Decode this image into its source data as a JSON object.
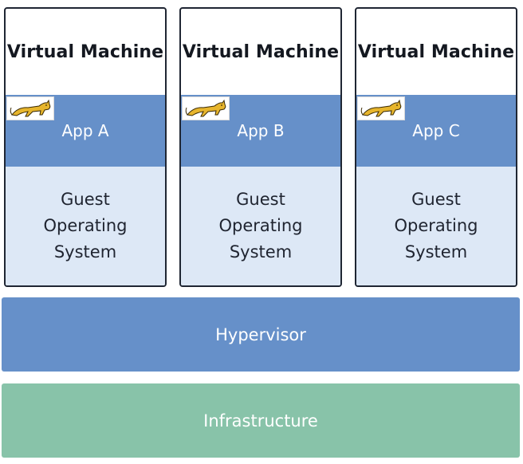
{
  "diagram": {
    "virtual_machines": [
      {
        "title": "Virtual Machine",
        "app": "App A",
        "app_icon": "tomcat-logo-icon",
        "guest_os": "Guest\nOperating\nSystem"
      },
      {
        "title": "Virtual Machine",
        "app": "App B",
        "app_icon": "tomcat-logo-icon",
        "guest_os": "Guest\nOperating\nSystem"
      },
      {
        "title": "Virtual Machine",
        "app": "App C",
        "app_icon": "tomcat-logo-icon",
        "guest_os": "Guest\nOperating\nSystem"
      }
    ],
    "hypervisor": "Hypervisor",
    "infrastructure": "Infrastructure",
    "colors": {
      "app_layer": "#6690c9",
      "guest_os_layer": "#dde8f6",
      "hypervisor": "#6690c9",
      "infrastructure": "#88c3a9",
      "border": "#1f2633"
    }
  }
}
